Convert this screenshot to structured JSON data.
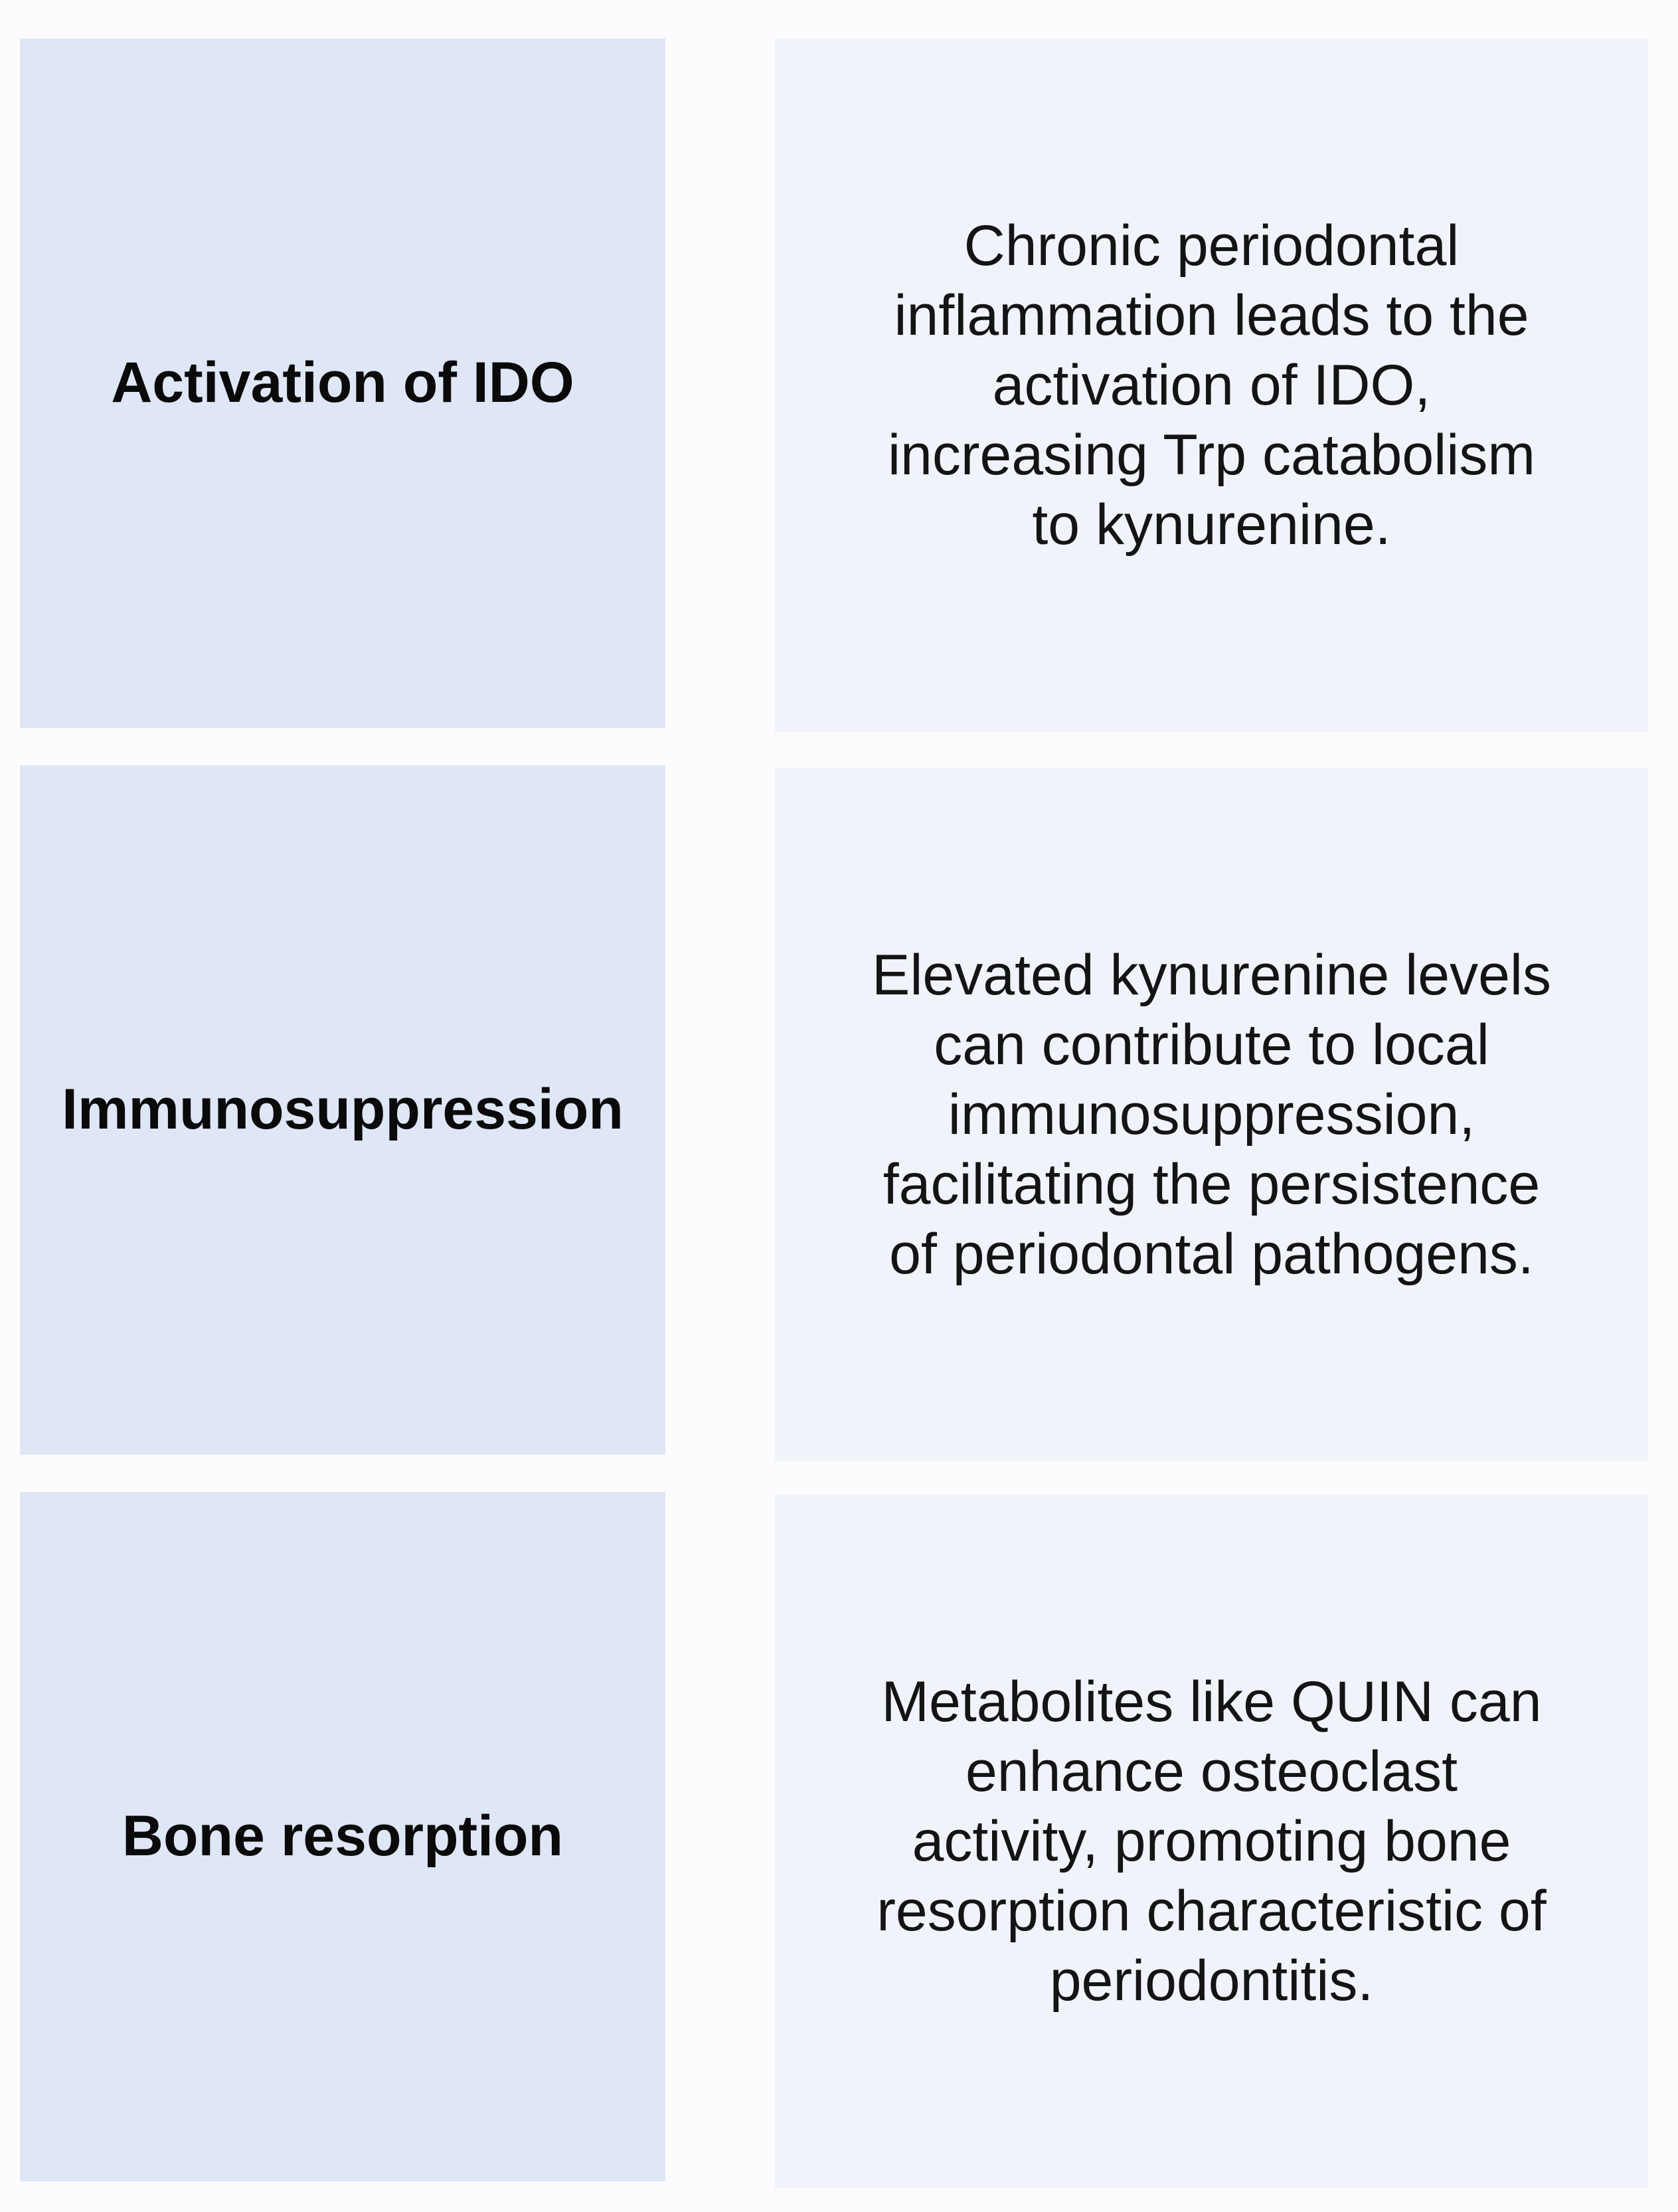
{
  "rows": [
    {
      "title": "Activation of IDO",
      "description": "Chronic periodontal\ninflammation leads to the\nactivation of IDO,\nincreasing Trp catabolism\nto kynurenine."
    },
    {
      "title": "Immunosuppression",
      "description": "Elevated kynurenine levels\ncan contribute to local\nimmunosuppression,\nfacilitating the persistence\nof periodontal pathogens."
    },
    {
      "title": "Bone resorption",
      "description": "Metabolites like QUIN can\nenhance osteoclast\nactivity, promoting bone\nresorption characteristic of\nperiodontitis."
    }
  ],
  "colors": {
    "title_box": "#dfe6f6",
    "description_box": "#f0f3fa"
  }
}
